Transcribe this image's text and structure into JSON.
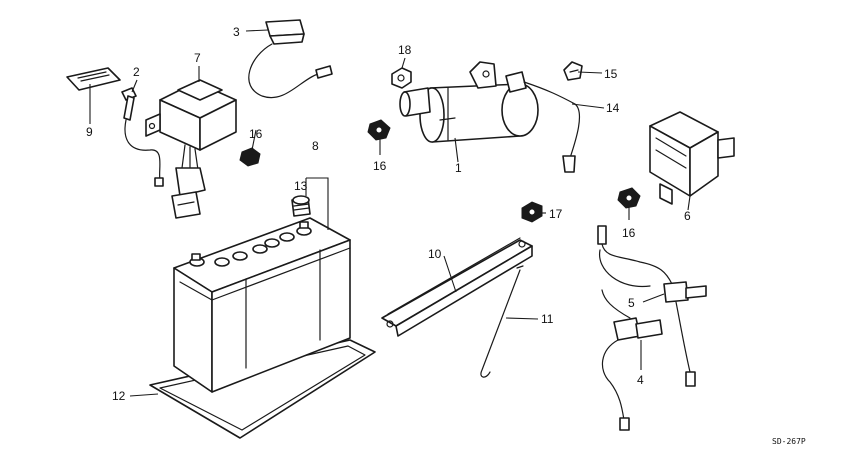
{
  "diagram": {
    "code": "SD-267P",
    "callouts": [
      {
        "id": "c1",
        "text": "1"
      },
      {
        "id": "c2",
        "text": "2"
      },
      {
        "id": "c3",
        "text": "3"
      },
      {
        "id": "c4",
        "text": "4"
      },
      {
        "id": "c5",
        "text": "5"
      },
      {
        "id": "c6",
        "text": "6"
      },
      {
        "id": "c7",
        "text": "7"
      },
      {
        "id": "c8",
        "text": "8"
      },
      {
        "id": "c9",
        "text": "9"
      },
      {
        "id": "c10",
        "text": "10"
      },
      {
        "id": "c11",
        "text": "11"
      },
      {
        "id": "c12",
        "text": "12"
      },
      {
        "id": "c13",
        "text": "13"
      },
      {
        "id": "c14",
        "text": "14"
      },
      {
        "id": "c15",
        "text": "15"
      },
      {
        "id": "c16a",
        "text": "16"
      },
      {
        "id": "c16b",
        "text": "16"
      },
      {
        "id": "c16c",
        "text": "16"
      },
      {
        "id": "c17",
        "text": "17"
      },
      {
        "id": "c18",
        "text": "18"
      }
    ]
  }
}
